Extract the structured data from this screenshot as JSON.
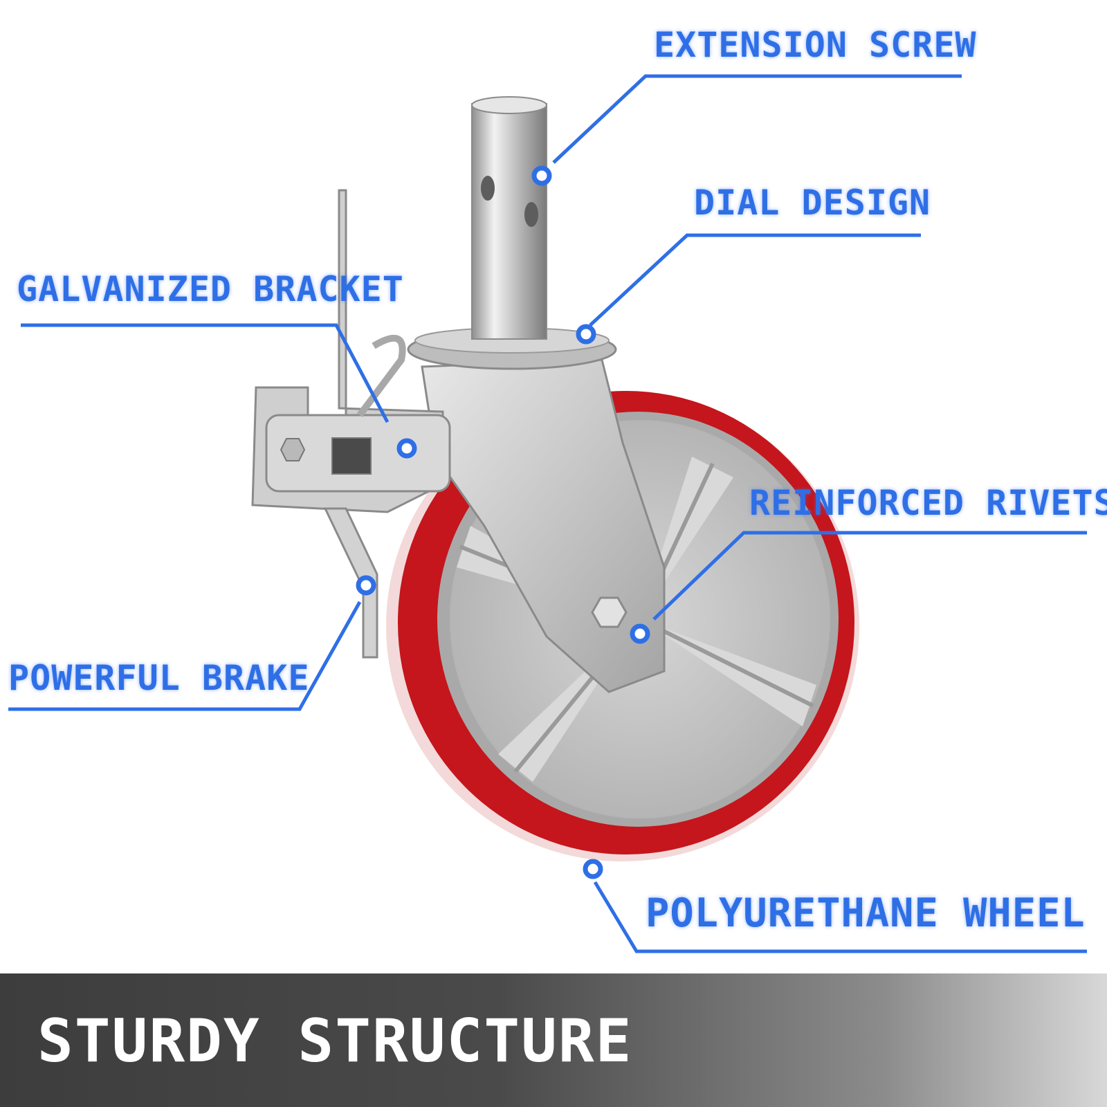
{
  "colors": {
    "callout": "#2f6fe6",
    "wheel_tread": "#c4161c",
    "metal": "#c9c9c9",
    "banner_dark": "#3d3d3d",
    "banner_light": "#d8d8d8"
  },
  "callouts": [
    {
      "id": "extension-screw",
      "label": "EXTENSION SCREW"
    },
    {
      "id": "dial-design",
      "label": "DIAL DESIGN"
    },
    {
      "id": "galvanized-bracket",
      "label": "GALVANIZED BRACKET"
    },
    {
      "id": "reinforced-rivets",
      "label": "REINFORCED RIVETS"
    },
    {
      "id": "powerful-brake",
      "label": "POWERFUL BRAKE"
    },
    {
      "id": "polyurethane-wheel",
      "label": "POLYURETHANE WHEEL"
    }
  ],
  "banner": {
    "title": "STURDY STRUCTURE"
  }
}
